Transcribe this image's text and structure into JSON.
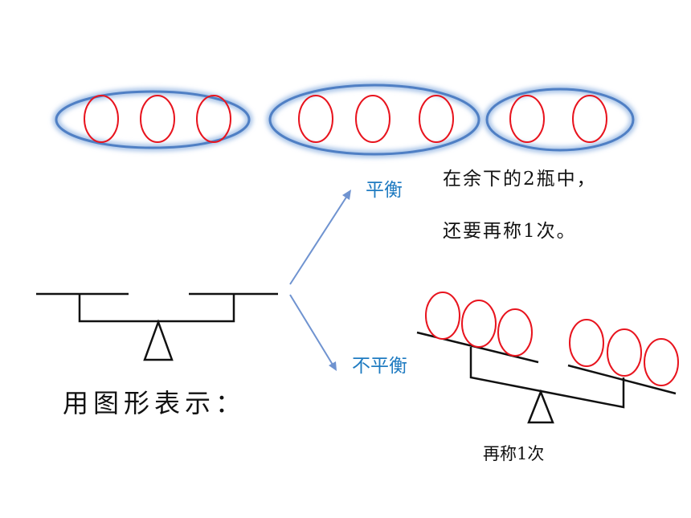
{
  "groups": [
    {
      "name": "group-1",
      "bottle_count": 3
    },
    {
      "name": "group-2",
      "bottle_count": 3
    },
    {
      "name": "group-3",
      "bottle_count": 2
    }
  ],
  "branch_labels": {
    "balanced": "平衡",
    "unbalanced": "不平衡"
  },
  "balanced_note": {
    "line1": "在余下的2瓶中，",
    "line2": "还要再称1次。"
  },
  "unbalanced_note": "再称1次",
  "caption": "用图形表示：",
  "colors": {
    "bottle_outline": "#e8141e",
    "group_outline": "#4f7fc4",
    "group_glow": "#a9c4e8",
    "arrow": "#6f93d0",
    "label_blue": "#1f7bc1",
    "line": "#111111"
  }
}
